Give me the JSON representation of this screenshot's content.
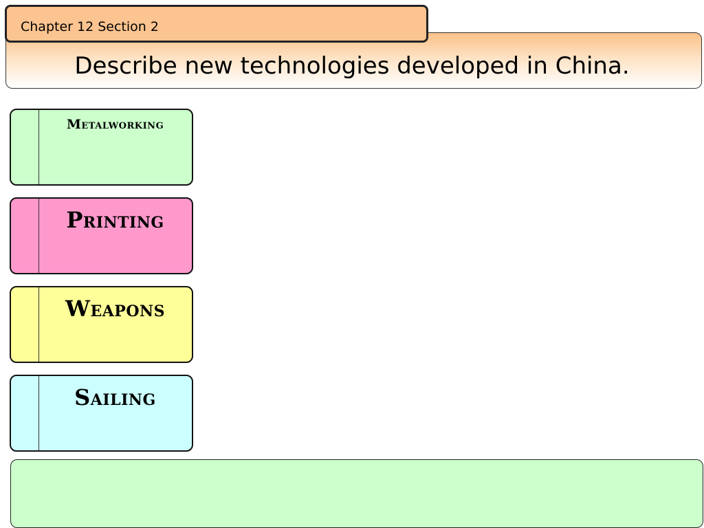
{
  "header": {
    "section_tab": "Chapter 12 Section 2",
    "title": "Describe new technologies developed in China."
  },
  "cards": [
    {
      "label": "Metalworking",
      "color": "#ccffcc"
    },
    {
      "label": "Printing",
      "color": "#ff99cc"
    },
    {
      "label": "Weapons",
      "color": "#ffff99"
    },
    {
      "label": "Sailing",
      "color": "#ccffff"
    }
  ],
  "colors": {
    "tab": "#fcc490",
    "answer_box": "#ccffcc"
  }
}
